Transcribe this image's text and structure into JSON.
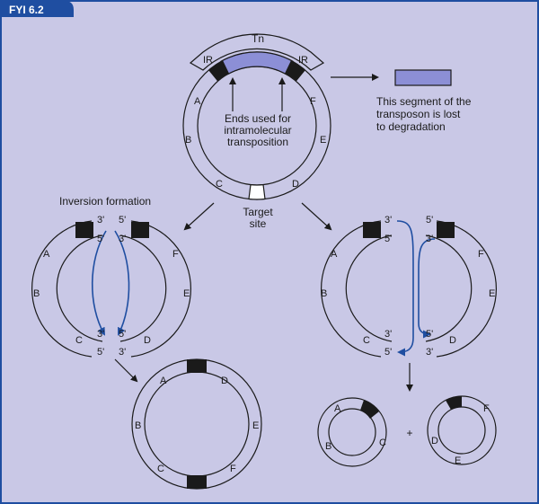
{
  "tab": {
    "label": "FYI 6.2"
  },
  "colors": {
    "background": "#c9c8e6",
    "tab": "#1f4ea1",
    "border": "#1f4ea1",
    "segment": "#8c8fd6",
    "blue_path": "#1f4ea1",
    "block": "#1a1a1a"
  },
  "top": {
    "tn_label": "Tn",
    "ir_left": "IR",
    "ir_right": "IR",
    "genes": {
      "A": "A",
      "B": "B",
      "C": "C",
      "D": "D",
      "E": "E",
      "F": "F"
    },
    "ends_line1": "Ends used for",
    "ends_line2": "intramolecular",
    "ends_line3": "transposition",
    "target_line1": "Target",
    "target_line2": "site"
  },
  "lost": {
    "line1": "This segment of the",
    "line2": "transposon is lost",
    "line3": "to degradation"
  },
  "left": {
    "title": "Inversion formation",
    "p3_top_left": "3'",
    "p5_top_right": "5'",
    "p5_top_inner_left": "5'",
    "p3_top_inner_right": "3'",
    "p3_bot_inner_left": "3'",
    "p5_bot_inner_right": "5'",
    "p5_bot_left": "5'",
    "p3_bot_right": "3'",
    "genes": {
      "A": "A",
      "B": "B",
      "C": "C",
      "D": "D",
      "E": "E",
      "F": "F"
    }
  },
  "right": {
    "p3_top_left": "3'",
    "p5_top_right": "5'",
    "p5_top_inner_left": "5'",
    "p3_top_inner_right": "3'",
    "p3_bot_inner_left": "3'",
    "p5_bot_inner_right": "5'",
    "p5_bot_left": "5'",
    "p3_bot_right": "3'",
    "genes": {
      "A": "A",
      "B": "B",
      "C": "C",
      "D": "D",
      "E": "E",
      "F": "F"
    }
  },
  "product_inversion": {
    "genes": {
      "A": "A",
      "B": "B",
      "C": "C",
      "D": "D",
      "E": "E",
      "F": "F"
    }
  },
  "product_deletion": {
    "left_genes": {
      "A": "A",
      "B": "B",
      "C": "C"
    },
    "plus": "+",
    "right_genes": {
      "D": "D",
      "E": "E",
      "F": "F"
    }
  }
}
